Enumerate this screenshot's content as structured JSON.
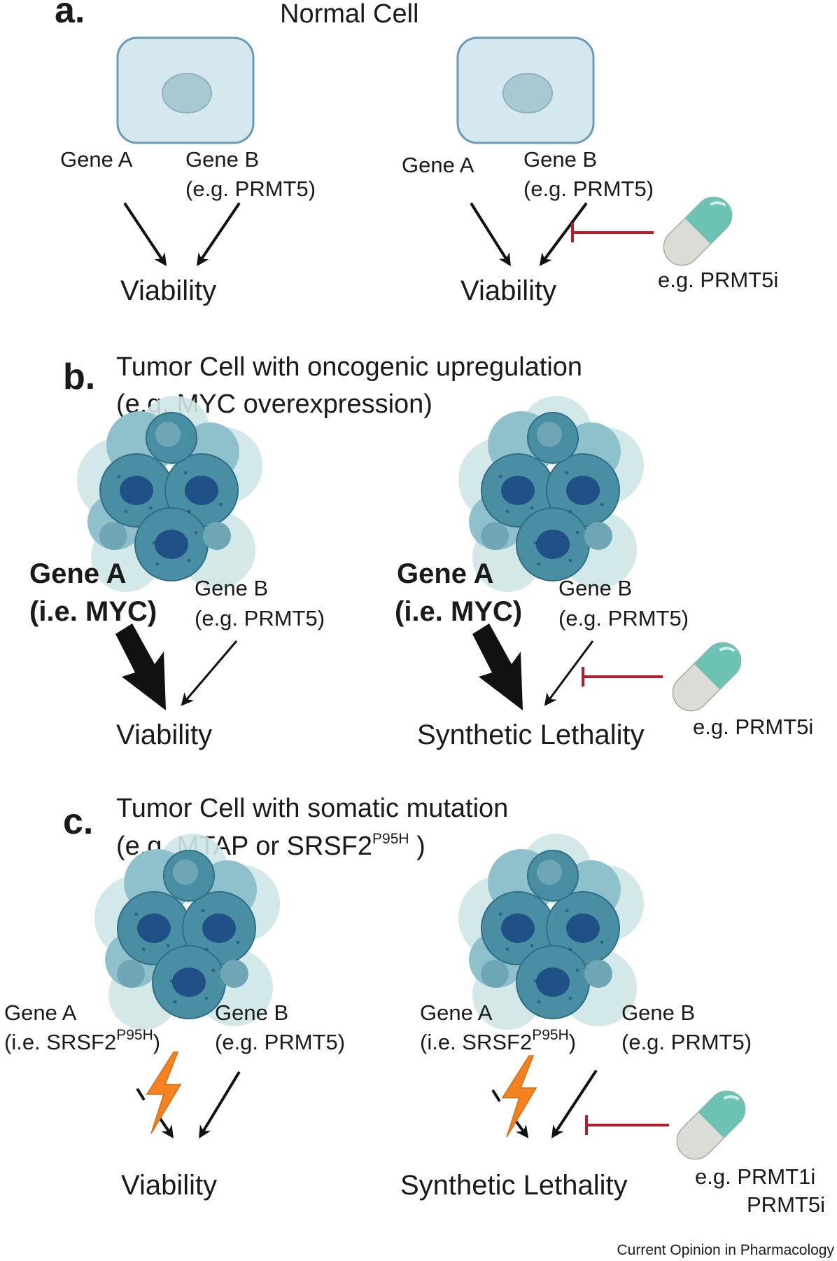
{
  "panels": {
    "a": {
      "letter": "a.",
      "title": "Normal Cell",
      "left": {
        "gene_a": "Gene A",
        "gene_b_line1": "Gene B",
        "gene_b_line2": "(e.g. PRMT5)",
        "outcome": "Viability"
      },
      "right": {
        "gene_a": "Gene A",
        "gene_b_line1": "Gene B",
        "gene_b_line2": "(e.g. PRMT5)",
        "outcome": "Viability",
        "drug": "e.g. PRMT5i"
      }
    },
    "b": {
      "letter": "b.",
      "title_line1": "Tumor Cell with oncogenic upregulation",
      "title_line2": "(e.g. MYC overexpression)",
      "left": {
        "gene_a_line1": "Gene A",
        "gene_a_line2": "(i.e. MYC)",
        "gene_b_line1": "Gene B",
        "gene_b_line2": "(e.g. PRMT5)",
        "outcome": "Viability"
      },
      "right": {
        "gene_a_line1": "Gene A",
        "gene_a_line2": "(i.e. MYC)",
        "gene_b_line1": "Gene B",
        "gene_b_line2": "(e.g. PRMT5)",
        "outcome": "Synthetic Lethality",
        "drug": "e.g. PRMT5i"
      }
    },
    "c": {
      "letter": "c.",
      "title_line1": "Tumor Cell with somatic mutation",
      "title_line2": "(e.g. MTAP or SRSF2",
      "title_line2_sup": "P95H",
      "title_line2_end": " )",
      "left": {
        "gene_a_line1": "Gene A",
        "gene_a_line2": "(i.e. SRSF2",
        "gene_a_sup": "P95H",
        "gene_a_end": ")",
        "gene_b_line1": "Gene B",
        "gene_b_line2": "(e.g. PRMT5)",
        "outcome": "Viability"
      },
      "right": {
        "gene_a_line1": "Gene A",
        "gene_a_line2": "(i.e. SRSF2",
        "gene_a_sup": "P95H",
        "gene_a_end": ")",
        "gene_b_line1": "Gene B",
        "gene_b_line2": "(e.g. PRMT5)",
        "outcome": "Synthetic Lethality",
        "drug_line1": "e.g. PRMT1i",
        "drug_line2": "PRMT5i"
      }
    }
  },
  "credit": "Current Opinion in Pharmacology",
  "colors": {
    "inhibitor": "#b01f2b",
    "capsule_teal": "#6cc3b4",
    "capsule_grey": "#dcdcd6",
    "cell_fill": "#d5e8ef",
    "tumor_cell": "#3f849b",
    "nucleus": "#1f4f86",
    "lightning": "#f58220"
  }
}
